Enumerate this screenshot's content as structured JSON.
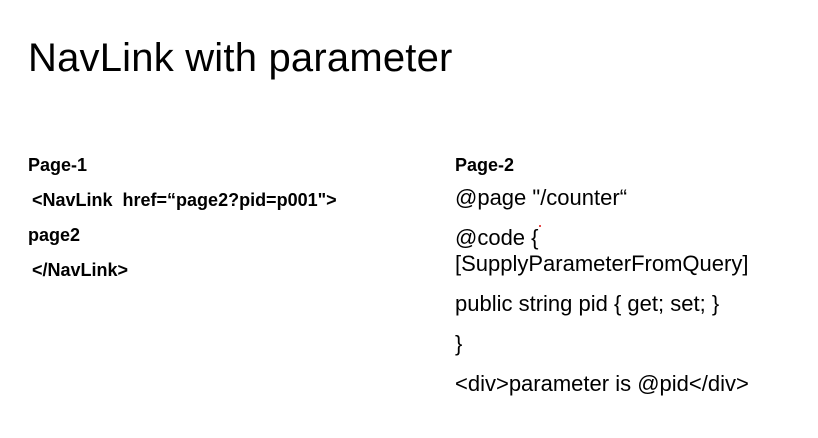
{
  "title": "NavLink with parameter",
  "left": {
    "heading": "Page-1",
    "lines": [
      "<NavLink  href=“page2?pid=p001\">",
      "page2",
      "</NavLink>"
    ]
  },
  "right": {
    "heading": "Page-2",
    "lines": [
      "@page \"/counter“",
      "@code {",
      "[SupplyParameterFromQuery]",
      "public string pid { get; set; }",
      "}",
      "<div>parameter is @pid</div>"
    ]
  }
}
